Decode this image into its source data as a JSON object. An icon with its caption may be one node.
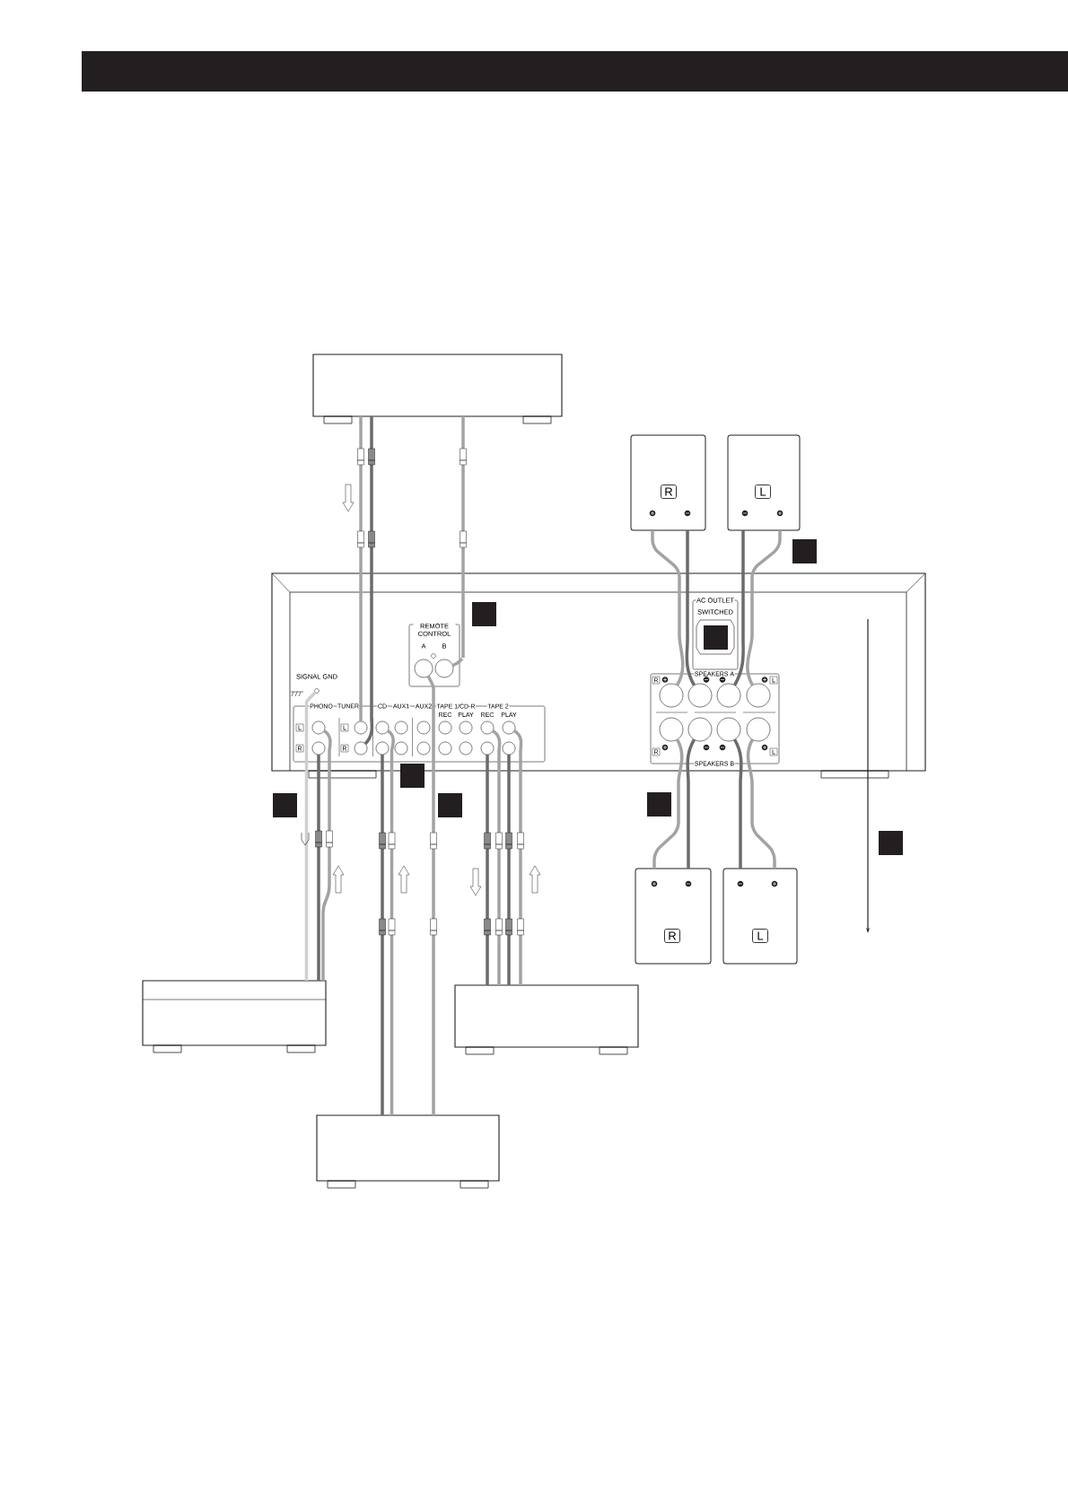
{
  "diagram": {
    "nodes": [
      {
        "text": [],
        "shape": "box"
      },
      {
        "text": [
          "R"
        ]
      },
      {
        "text": [
          "L"
        ]
      },
      {
        "text": [],
        "shape": "box"
      },
      {
        "text": [
          "REMOTE CONTROL",
          "A",
          "B"
        ],
        "in": 3
      },
      {
        "text": [],
        "shape": "circle",
        "in": 4
      },
      {
        "text": [],
        "shape": "circle",
        "in": 4
      },
      {
        "text": [
          "AC OUTLET",
          "SWITCHED"
        ],
        "in": 3
      },
      {
        "text": [],
        "shape": "circle",
        "in": 3,
        "beside": [
          "SIGNAL GND"
        ]
      },
      {
        "text": [
          "PHONO",
          "TUNER",
          "CD",
          "AUX1",
          "AUX2",
          "TAPE 1/CD-R",
          "REC",
          "PLAY",
          "TAPE 2",
          "REC",
          "PLAY",
          "L",
          "R",
          "L",
          "R"
        ],
        "in": 3
      },
      {
        "text": [],
        "shape": "circle",
        "in": 9
      },
      {
        "text": [],
        "shape": "circle",
        "in": 9
      },
      {
        "text": [],
        "shape": "circle",
        "in": 9
      },
      {
        "text": [],
        "shape": "circle",
        "in": 9
      },
      {
        "text": [],
        "shape": "circle",
        "in": 9
      },
      {
        "text": [],
        "shape": "circle",
        "in": 9
      },
      {
        "text": [],
        "shape": "circle",
        "in": 9
      },
      {
        "text": [],
        "shape": "circle",
        "in": 9
      },
      {
        "text": [],
        "shape": "circle",
        "in": 9
      },
      {
        "text": [],
        "shape": "circle",
        "in": 9
      },
      {
        "text": [],
        "shape": "circle",
        "in": 9
      },
      {
        "text": [],
        "shape": "circle",
        "in": 9
      },
      {
        "text": [],
        "shape": "circle",
        "in": 9
      },
      {
        "text": [],
        "shape": "circle",
        "in": 9
      },
      {
        "text": [],
        "shape": "circle",
        "in": 9
      },
      {
        "text": [],
        "shape": "circle",
        "in": 9
      },
      {
        "text": [],
        "shape": "circle",
        "in": 9
      },
      {
        "text": [],
        "shape": "circle",
        "in": 9
      },
      {
        "text": [
          "SPEAKERS A",
          "SPEAKERS B",
          "R",
          "L",
          "R",
          "L"
        ],
        "in": 3
      },
      {
        "text": [],
        "shape": "circle",
        "in": 28
      },
      {
        "text": [],
        "shape": "circle",
        "in": 28
      },
      {
        "text": [],
        "shape": "circle",
        "in": 28
      },
      {
        "text": [],
        "shape": "circle",
        "in": 28
      },
      {
        "text": [],
        "shape": "circle",
        "in": 28
      },
      {
        "text": [],
        "shape": "circle",
        "in": 28
      },
      {
        "text": [],
        "shape": "circle",
        "in": 28
      },
      {
        "text": [],
        "shape": "circle",
        "in": 28
      },
      {
        "text": [
          "R"
        ]
      },
      {
        "text": [
          "L"
        ]
      },
      {
        "text": [],
        "shape": "box"
      },
      {
        "text": [],
        "shape": "box"
      },
      {
        "text": [],
        "shape": "box"
      }
    ],
    "edges": [
      {
        "from": 0,
        "to": 11,
        "arrow": "none"
      },
      {
        "from": 0,
        "to": 20,
        "arrow": "none",
        "color": "#6b6b6b"
      },
      {
        "from": 0,
        "to": 6,
        "arrow": "none"
      },
      {
        "from": 1,
        "to": 29,
        "arrow": "none"
      },
      {
        "from": 1,
        "to": 30,
        "arrow": "none",
        "color": "#6b6b6b"
      },
      {
        "from": 2,
        "to": 31,
        "arrow": "none",
        "color": "#6b6b6b"
      },
      {
        "from": 2,
        "to": 32,
        "arrow": "none"
      },
      {
        "from": 37,
        "to": 33,
        "arrow": "none"
      },
      {
        "from": 37,
        "to": 34,
        "arrow": "none",
        "color": "#6b6b6b"
      },
      {
        "from": 38,
        "to": 35,
        "arrow": "none",
        "color": "#6b6b6b"
      },
      {
        "from": 38,
        "to": 36,
        "arrow": "none"
      },
      {
        "from": 39,
        "to": 8,
        "arrow": "none",
        "color": "#cfcfcf"
      },
      {
        "from": 39,
        "to": 10,
        "arrow": "none"
      },
      {
        "from": 39,
        "to": 19,
        "arrow": "none",
        "color": "#6b6b6b"
      },
      {
        "from": 41,
        "to": 12,
        "arrow": "none"
      },
      {
        "from": 41,
        "to": 21,
        "arrow": "none",
        "color": "#6b6b6b"
      },
      {
        "from": 41,
        "to": 5,
        "arrow": "none"
      },
      {
        "from": 40,
        "to": 17,
        "arrow": "none"
      },
      {
        "from": 40,
        "to": 26,
        "arrow": "none",
        "color": "#6b6b6b"
      },
      {
        "from": 40,
        "to": 18,
        "arrow": "none"
      },
      {
        "from": 40,
        "to": 27,
        "arrow": "none",
        "color": "#6b6b6b"
      },
      {
        "from": 3,
        "to": null,
        "arrow": "to",
        "color": "#231f20"
      }
    ]
  }
}
